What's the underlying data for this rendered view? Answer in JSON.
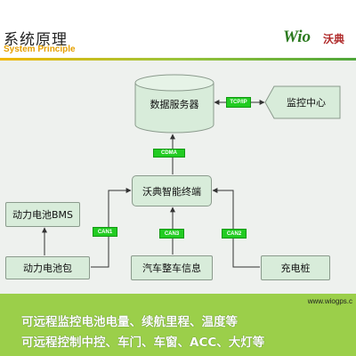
{
  "header": {
    "title_cn": "系统原理",
    "title_en": "System Principle",
    "logo_word": "Wio",
    "logo_cn": "沃典"
  },
  "diagram": {
    "nodes": {
      "database_server": "数据服务器",
      "monitoring_center": "监控中心",
      "terminal": "沃典智能终端",
      "bms": "动力电池BMS",
      "battery_pack": "动力电池包",
      "vehicle_info": "汽车整车信息",
      "charging_pile": "充电桩"
    },
    "tags": {
      "tcpip": "TCP/IP",
      "cdma": "CDMA",
      "can1": "CAN1",
      "can3": "CAN3",
      "can2": "CAN2"
    }
  },
  "footer": {
    "url": "www.wiogps.c",
    "line1": "可远程监控电池电量、续航里程、温度等",
    "line2": "可远程控制中控、车门、车窗、ACC、大灯等"
  },
  "colors": {
    "box_fill": "#d8ecda",
    "tag_green": "#22cc22",
    "band_green": "#9bcf4a",
    "title_en": "#e6a000",
    "logo_green": "#2b7a1e",
    "logo_red": "#b02a2a"
  }
}
